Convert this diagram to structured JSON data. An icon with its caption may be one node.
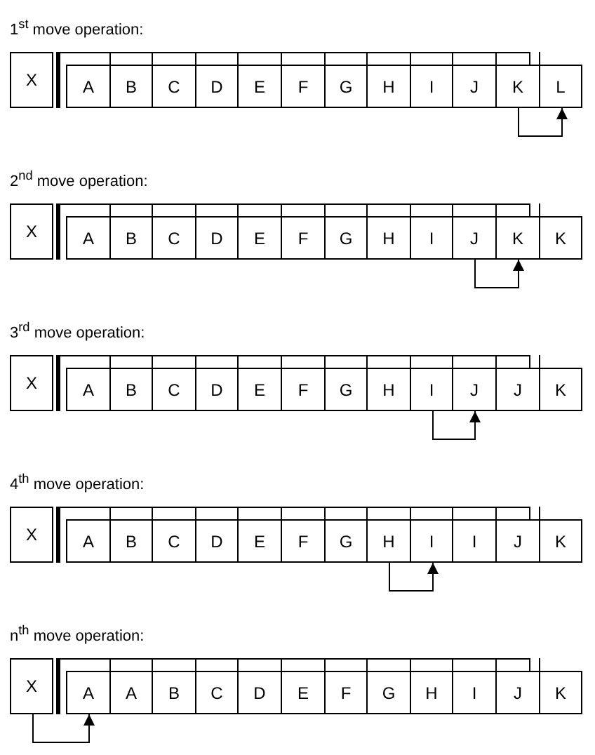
{
  "diagram": {
    "nodes": [
      {
        "text": [
          "X"
        ]
      },
      {
        "text": [
          "A"
        ]
      },
      {
        "text": [
          "B"
        ]
      },
      {
        "text": [
          "C"
        ]
      },
      {
        "text": [
          "D"
        ]
      },
      {
        "text": [
          "E"
        ]
      },
      {
        "text": [
          "F"
        ]
      },
      {
        "text": [
          "G"
        ]
      },
      {
        "text": [
          "H"
        ]
      },
      {
        "text": [
          "I"
        ]
      },
      {
        "text": [
          "J"
        ]
      },
      {
        "text": [
          "K"
        ]
      },
      {
        "text": [
          "L"
        ]
      },
      {
        "text": [
          "X"
        ]
      },
      {
        "text": [
          "A"
        ]
      },
      {
        "text": [
          "B"
        ]
      },
      {
        "text": [
          "C"
        ]
      },
      {
        "text": [
          "D"
        ]
      },
      {
        "text": [
          "E"
        ]
      },
      {
        "text": [
          "F"
        ]
      },
      {
        "text": [
          "G"
        ]
      },
      {
        "text": [
          "H"
        ]
      },
      {
        "text": [
          "I"
        ]
      },
      {
        "text": [
          "J"
        ]
      },
      {
        "text": [
          "K"
        ]
      },
      {
        "text": [
          "K"
        ]
      },
      {
        "text": [
          "X"
        ]
      },
      {
        "text": [
          "A"
        ]
      },
      {
        "text": [
          "B"
        ]
      },
      {
        "text": [
          "C"
        ]
      },
      {
        "text": [
          "D"
        ]
      },
      {
        "text": [
          "E"
        ]
      },
      {
        "text": [
          "F"
        ]
      },
      {
        "text": [
          "G"
        ]
      },
      {
        "text": [
          "H"
        ]
      },
      {
        "text": [
          "I"
        ]
      },
      {
        "text": [
          "J"
        ]
      },
      {
        "text": [
          "J"
        ]
      },
      {
        "text": [
          "K"
        ]
      },
      {
        "text": [
          "X"
        ]
      },
      {
        "text": [
          "A"
        ]
      },
      {
        "text": [
          "B"
        ]
      },
      {
        "text": [
          "C"
        ]
      },
      {
        "text": [
          "D"
        ]
      },
      {
        "text": [
          "E"
        ]
      },
      {
        "text": [
          "F"
        ]
      },
      {
        "text": [
          "G"
        ]
      },
      {
        "text": [
          "H"
        ]
      },
      {
        "text": [
          "I"
        ]
      },
      {
        "text": [
          "I"
        ]
      },
      {
        "text": [
          "J"
        ]
      },
      {
        "text": [
          "K"
        ]
      },
      {
        "text": [
          "X"
        ]
      },
      {
        "text": [
          "A"
        ]
      },
      {
        "text": [
          "A"
        ]
      },
      {
        "text": [
          "B"
        ]
      },
      {
        "text": [
          "C"
        ]
      },
      {
        "text": [
          "D"
        ]
      },
      {
        "text": [
          "E"
        ]
      },
      {
        "text": [
          "F"
        ]
      },
      {
        "text": [
          "G"
        ]
      },
      {
        "text": [
          "H"
        ]
      },
      {
        "text": [
          "I"
        ]
      },
      {
        "text": [
          "J"
        ]
      },
      {
        "text": [
          "K"
        ]
      }
    ],
    "edges": [
      {
        "from": 11,
        "to": 12,
        "arrow": "to"
      },
      {
        "from": 23,
        "to": 24,
        "arrow": "to"
      },
      {
        "from": 35,
        "to": 36,
        "arrow": "to"
      },
      {
        "from": 47,
        "to": 48,
        "arrow": "to"
      },
      {
        "from": 52,
        "to": 53,
        "arrow": "to"
      }
    ],
    "labels": [
      "1$^{st}$ move operation:",
      "2$^{nd}$ move operation:",
      "3$^{rd}$ move operation:",
      "4$^{th}$ move operation:",
      "n$^{th}$ move operation:"
    ]
  }
}
